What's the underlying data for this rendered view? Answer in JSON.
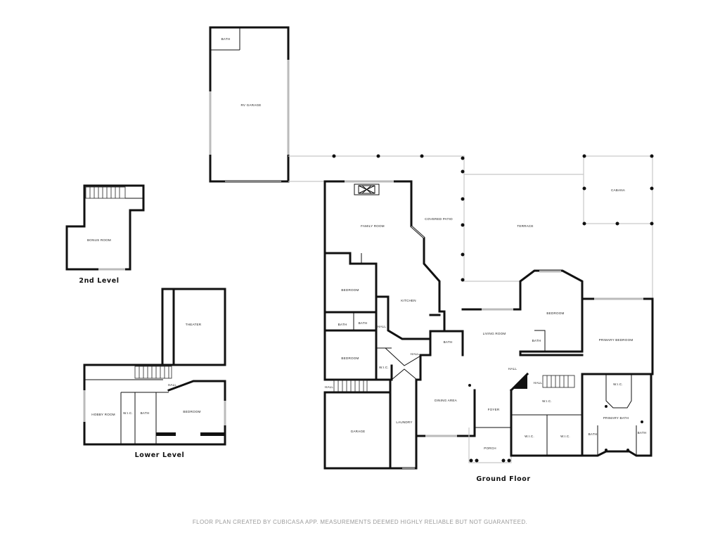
{
  "levels": {
    "second": "2nd Level",
    "lower": "Lower Level",
    "ground": "Ground Floor"
  },
  "rooms": {
    "bonus_room": "BONUS ROOM",
    "theater": "THEATER",
    "hobby_room": "HOBBY ROOM",
    "lower_wic": "W.I.C.",
    "lower_bath": "BATH",
    "lower_bedroom": "BEDROOM",
    "lower_hall": "HALL",
    "rv_bath": "BATH",
    "rv_garage": "RV GARAGE",
    "covered_patio": "COVERED PATIO",
    "terrace": "TERRACE",
    "cabana": "CABANA",
    "family_room": "FAMILY ROOM",
    "bedroom_1": "BEDROOM",
    "kitchen": "KITCHEN",
    "bath_1": "BATH",
    "bath_2": "BATH",
    "hall_1": "HALL",
    "bedroom_2": "BEDROOM",
    "wic_1": "W.I.C.",
    "hall_2": "HALL",
    "bath_3": "BATH",
    "hall_3": "HALL",
    "garage": "GARAGE",
    "laundry": "LAUNDRY",
    "living_room": "LIVING ROOM",
    "dining_area": "DINING AREA",
    "foyer": "FOYER",
    "porch": "PORCH",
    "hall_4": "HALL",
    "bedroom_3": "BEDROOM",
    "bath_4": "BATH",
    "primary_bedroom": "PRIMARY BEDROOM",
    "hall_5": "HALL",
    "wic_2": "W.I.C.",
    "wic_3": "W.I.C.",
    "wic_4": "W.I.C.",
    "wic_5": "W.I.C.",
    "primary_bath": "PRIMARY BATH",
    "bath_5": "BATH",
    "bath_6": "BATH"
  },
  "footer": "FLOOR PLAN CREATED BY CUBICASA APP. MEASUREMENTS DEEMED HIGHLY RELIABLE BUT NOT GUARANTEED.",
  "colors": {
    "wall": "#111111",
    "window": "#bbbbbb",
    "footer_text": "#9a9a9a"
  }
}
